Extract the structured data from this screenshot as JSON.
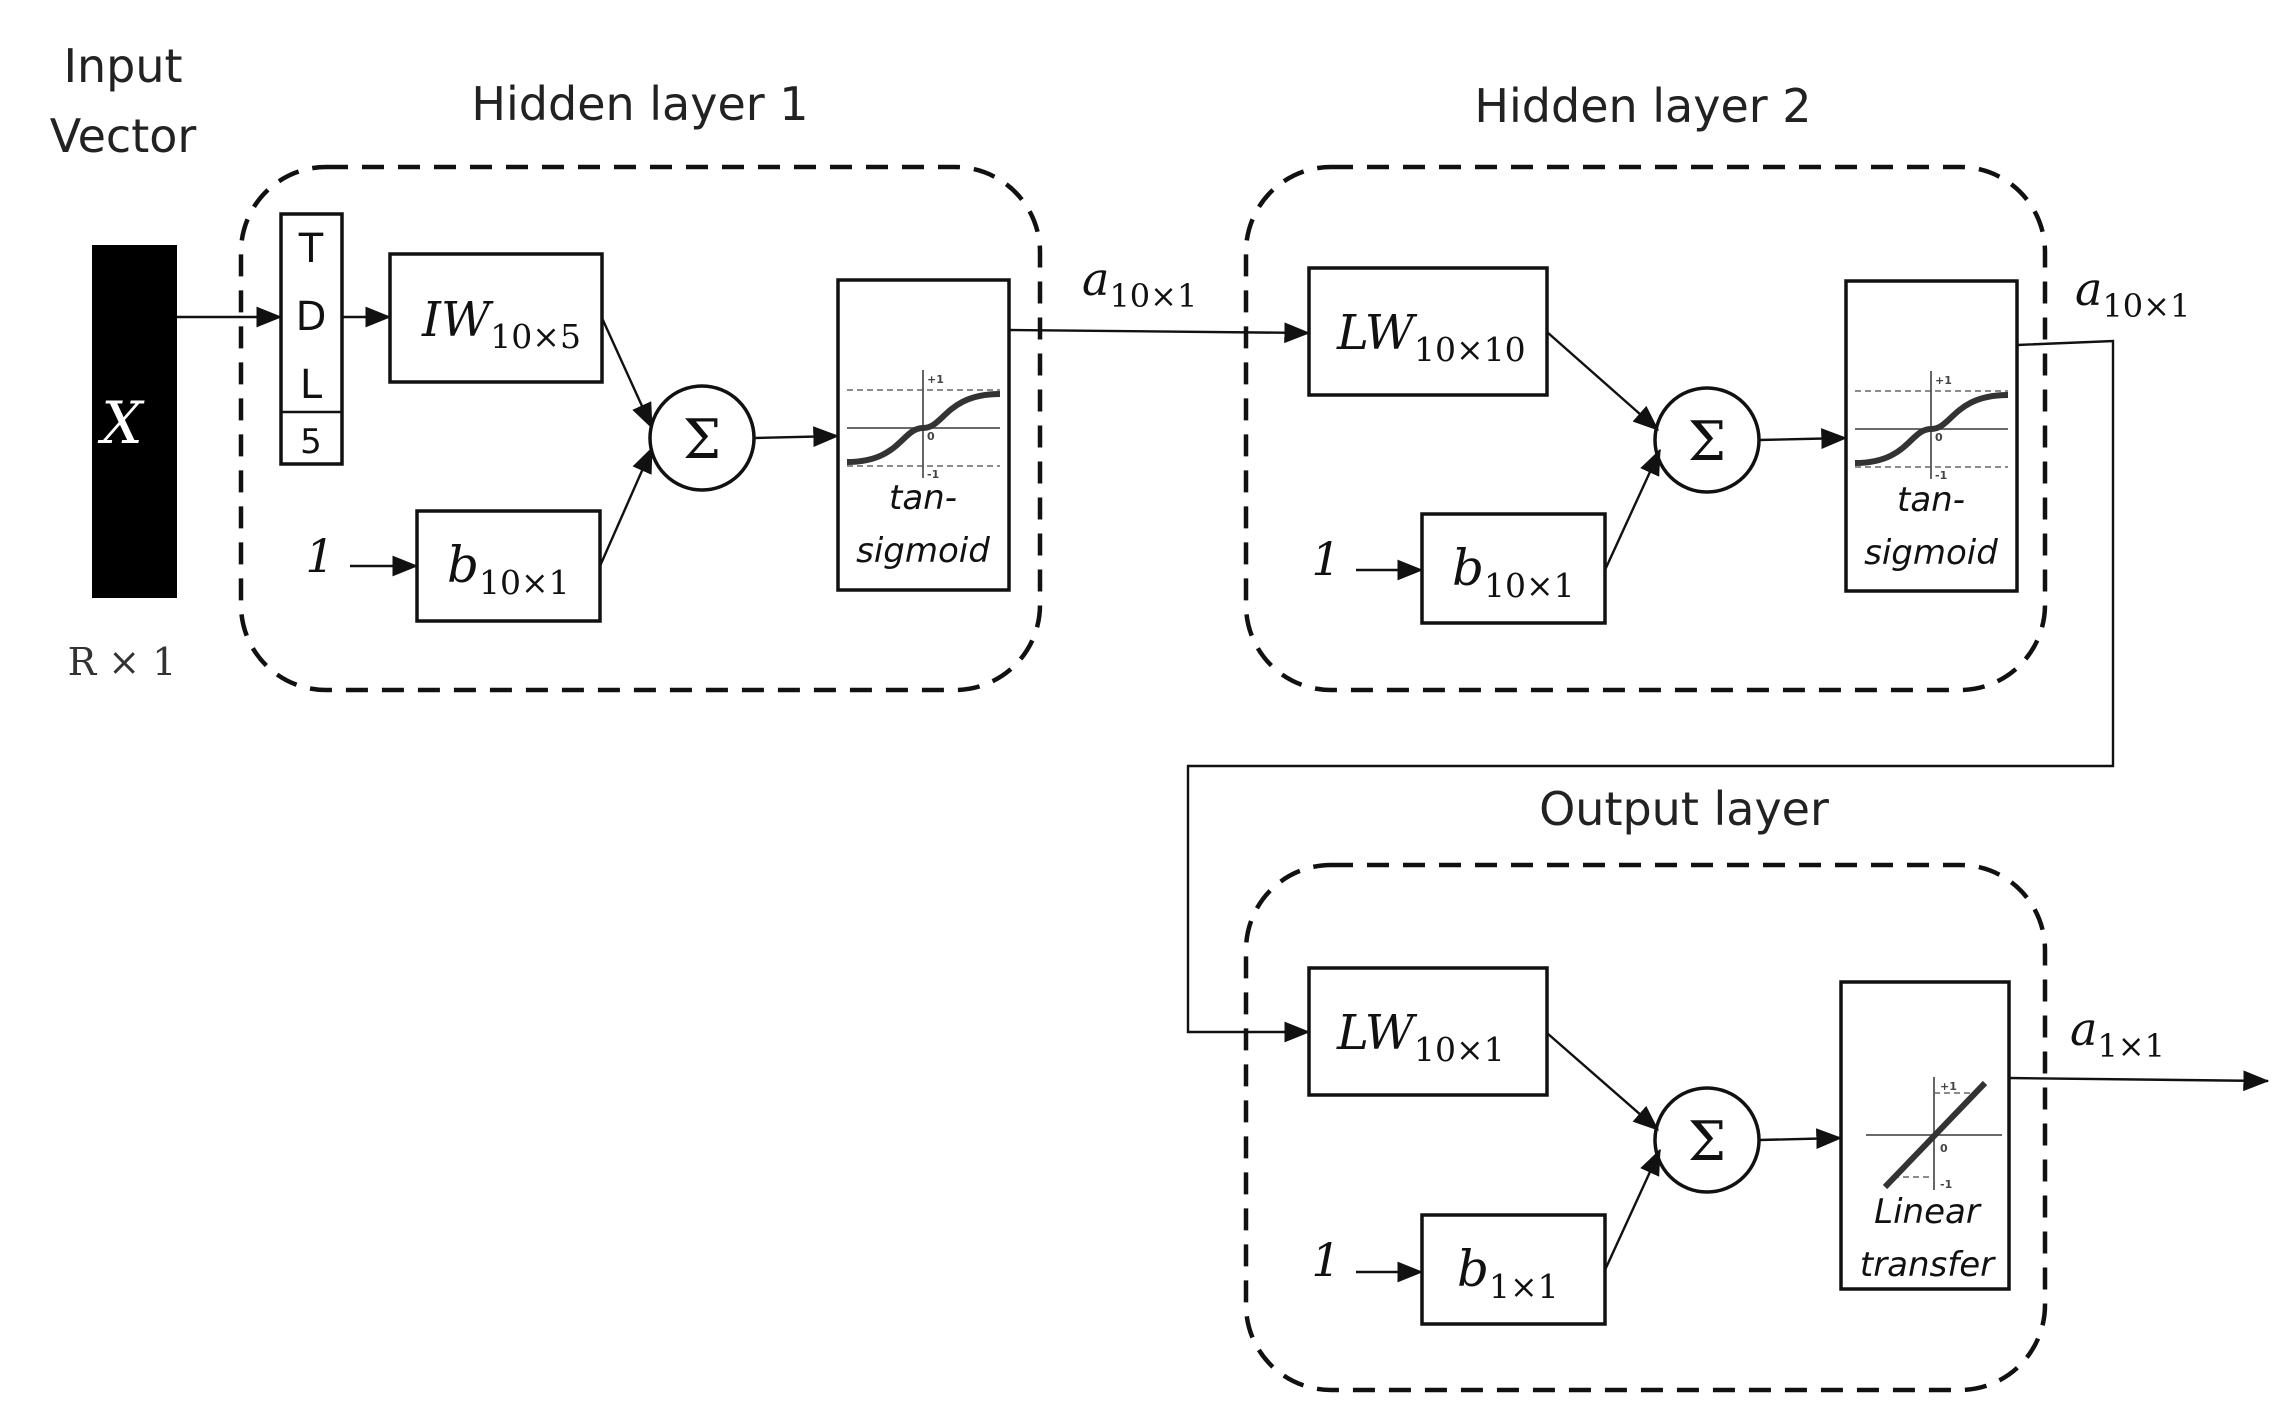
{
  "input": {
    "title_line1": "Input",
    "title_line2": "Vector",
    "symbol": "X",
    "dims": "R × 1"
  },
  "hidden_layer_1": {
    "title": "Hidden layer 1",
    "tdl_letters": [
      "T",
      "D",
      "L"
    ],
    "tdl_delay": "5",
    "weight": {
      "base": "IW",
      "sub": "10×5"
    },
    "bias_input": "1",
    "bias": {
      "base": "b",
      "sub": "10×1"
    },
    "sum_symbol": "Σ",
    "transfer_line1": "tan-",
    "transfer_line2": "sigmoid",
    "output": {
      "base": "a",
      "sub": "10×1"
    }
  },
  "hidden_layer_2": {
    "title": "Hidden layer 2",
    "weight": {
      "base": "LW",
      "sub": "10×10"
    },
    "bias_input": "1",
    "bias": {
      "base": "b",
      "sub": "10×1"
    },
    "sum_symbol": "Σ",
    "transfer_line1": "tan-",
    "transfer_line2": "sigmoid",
    "output": {
      "base": "a",
      "sub": "10×1"
    }
  },
  "output_layer": {
    "title": "Output layer",
    "weight": {
      "base": "LW",
      "sub": "10×1"
    },
    "bias_input": "1",
    "bias": {
      "base": "b",
      "sub": "1×1"
    },
    "sum_symbol": "Σ",
    "transfer_line1": "Linear",
    "transfer_line2": "transfer",
    "output": {
      "base": "a",
      "sub": "1×1"
    }
  },
  "graph_ticks": {
    "plus": "+1",
    "minus": "-1",
    "zero": "0"
  },
  "colors": {
    "line": "#111111",
    "input_block": "#000000",
    "background": "#ffffff"
  }
}
